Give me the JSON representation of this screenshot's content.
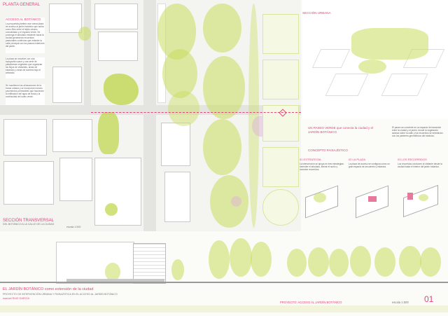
{
  "page": {
    "frame_label": "",
    "background": "#fbfbf8",
    "accent_pink": "#e0457b",
    "accent_green": "#8db63a",
    "tree_color": "#c9dd5c"
  },
  "headers": {
    "plan_title": "PLANTA GENERAL",
    "plan_subtitle": "ACCESO AL BOTÁNICO",
    "urban_section": "SECCIÓN URBANA",
    "proposal_title": "UN PASEO VERDE que conecta la ciudad y el JARDÍN BOTÁNICO",
    "landscape_title": "CONCEPTO PAISAJÍSTICO",
    "axo_1": "01 ESTRATEGIA",
    "axo_2": "02 LA PLAZA",
    "axo_3": "03 LOS RECORRIDOS",
    "section_title": "SECCIÓN TRANSVERSAL",
    "section_subtitle": "DEL BOTÁNICO A LA CALLE DE LA CIUDAD",
    "section_scale": "escala 1:500",
    "project_title": "EL JARDÍN BOTÁNICO como extensión de la ciudad",
    "project_subtitle": "PROYECTO DE INTERVENCIÓN URBANA Y PAISAJÍSTICA EN EL ACCESO AL JARDÍN BOTÁNICO",
    "author": "manuel RUIZ GARCÍA",
    "footer_center": "PROYECTO: ACCESO AL JARDÍN BOTÁNICO",
    "footer_right": "escala 1:500",
    "sheet_number": "01"
  },
  "paragraphs": {
    "plan_text": "La propuesta plantea una nueva plaza de acceso al jardín botánico que actúa como filtro entre el tejido urbano consolidado y el espacio verde. Se prolonga el arbolado existente hacia la ciudad generando recorridos peatonales continuos que enlazan la calle principal con los paseos interiores del jardín.",
    "plan_text_2": "La plaza se resuelve con una topografía suave y una serie de plataformas vegetales que organizan los flujos de visitantes, áreas de estancia y zonas de sombra bajo el arbolado.",
    "plan_text_3": "Se mantienen las alineaciones de la trama urbana y se incorporan nuevos pavimentos permeables que favorecen la infiltración del agua de lluvia y la continuidad del suelo verde.",
    "proposal_text": "El paseo se convierte en un espacio de transición entre la ciudad y el jardín, donde la vegetación avanza sobre la calle y los recorridos se entrelazan con los parterres geométricos del botánico.",
    "axo_1_text": "La intervención se apoya en tres estrategias: extender el arbolado, liberar el suelo y conectar recorridos.",
    "axo_2_text": "La plaza de acceso se configura como un gran espacio de encuentro y estancia.",
    "axo_3_text": "Los recorridos conducen al visitante desde la ciudad hasta el interior del jardín botánico."
  }
}
